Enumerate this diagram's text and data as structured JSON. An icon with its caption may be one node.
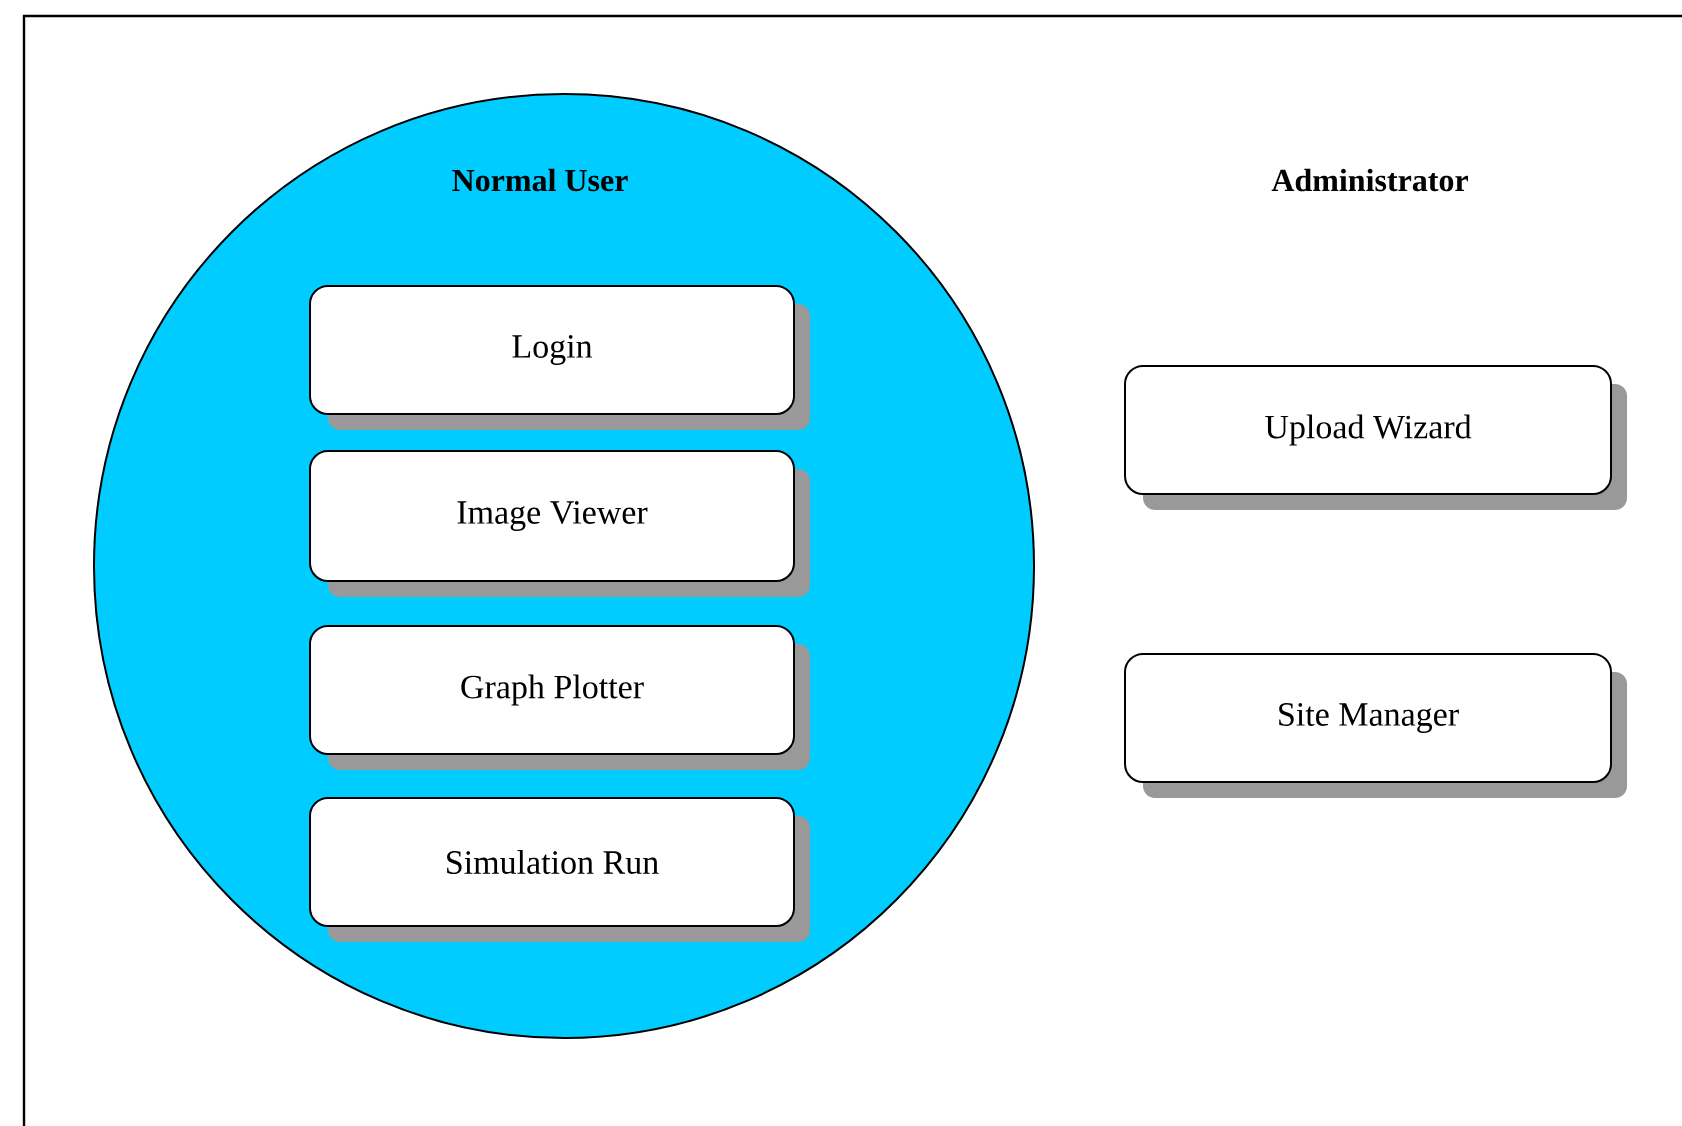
{
  "diagram": {
    "nodes": [
      {
        "text": [
          "Normal User"
        ]
      },
      {
        "text": [
          "Login"
        ],
        "in": 0
      },
      {
        "text": [
          "Image Viewer"
        ],
        "in": 0
      },
      {
        "text": [
          "Graph Plotter"
        ],
        "in": 0
      },
      {
        "text": [
          "Simulation Run"
        ],
        "in": 0
      },
      {
        "text": [
          "Upload Wizard"
        ]
      },
      {
        "text": [
          "Site Manager"
        ]
      }
    ],
    "labels": [
      "Administrator"
    ]
  }
}
